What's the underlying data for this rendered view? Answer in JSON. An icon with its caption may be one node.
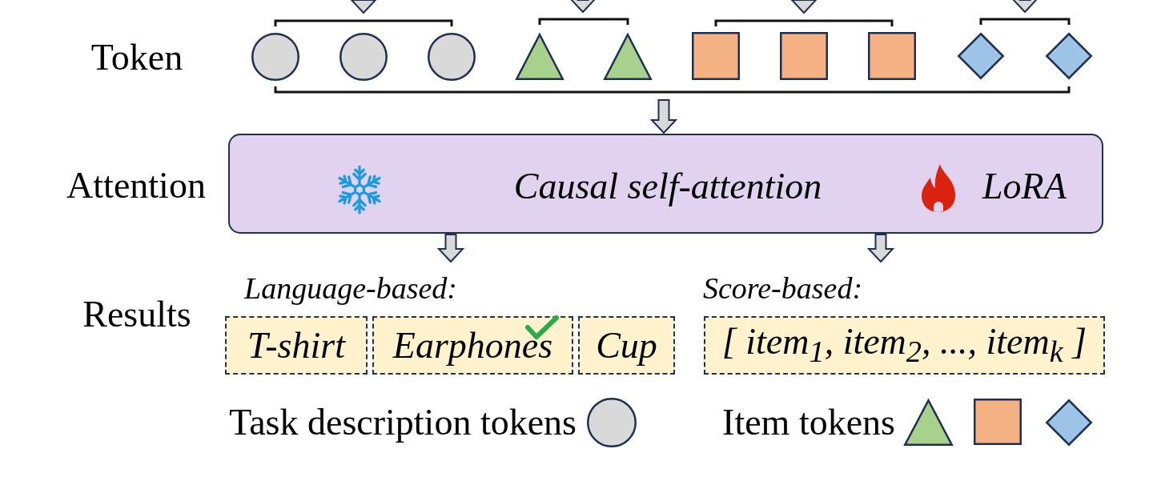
{
  "diagram": {
    "nodes": [
      {
        "text": [],
        "shape": "circle"
      },
      {
        "text": [],
        "shape": "circle"
      },
      {
        "text": [],
        "shape": "circle"
      },
      {
        "text": [],
        "shape": "triangle"
      },
      {
        "text": [],
        "shape": "triangle"
      },
      {
        "text": [],
        "shape": "square"
      },
      {
        "text": [],
        "shape": "square"
      },
      {
        "text": [],
        "shape": "square"
      },
      {
        "text": [],
        "shape": "diamond"
      },
      {
        "text": [],
        "shape": "diamond"
      },
      {
        "text": [
          "Causal self-attention",
          "LoRA"
        ]
      },
      {
        "text": [
          "T-shirt"
        ]
      },
      {
        "text": [
          "Earphones"
        ]
      },
      {
        "text": [
          "Cup"
        ]
      },
      {
        "text": [
          "[ item$_{1}$, item$_{2}$, ..., item$_{k}$ ]"
        ]
      }
    ],
    "edges": [
      {
        "from": null,
        "to": 10,
        "arrow": "to"
      },
      {
        "from": 10,
        "to": null,
        "arrow": "to"
      },
      {
        "from": 10,
        "to": null,
        "arrow": "to"
      }
    ],
    "labels": [
      "Token",
      "Attention",
      "Language-based:",
      "Score-based:",
      "Results"
    ],
    "legend": [
      {
        "text": "Task description tokens"
      },
      {
        "text": "Item tokens"
      }
    ]
  }
}
